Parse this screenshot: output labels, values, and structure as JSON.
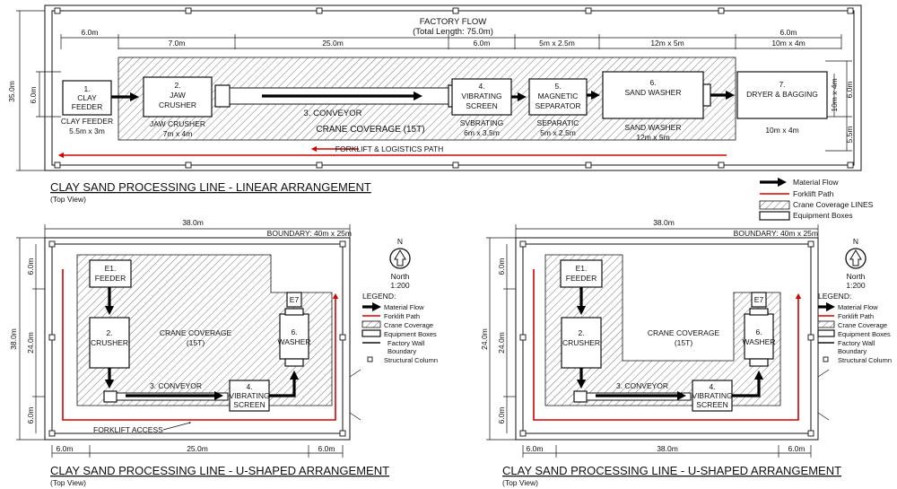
{
  "top": {
    "factory_flow": "FACTORY FLOW",
    "total_length": "(Total Length: 75.0m)",
    "dims_top": [
      "6.0m",
      "7.0m",
      "25.0m",
      "6.0m",
      "5m x 2.5m",
      "12m x 5m",
      "6.0m",
      "10m x 4m"
    ],
    "dim_left_outer": "35.0m",
    "dim_left_inner": "6.0m",
    "dims_right": [
      "10m x 4m",
      "6.0m",
      "5.5m"
    ],
    "equipment": [
      {
        "no": "1.",
        "name": "CLAY",
        "name2": "FEEDER",
        "label": "CLAY FEEDER",
        "size": "5.5m x 3m"
      },
      {
        "no": "2.",
        "name": "JAW",
        "name2": "CRUSHER",
        "label": "JAW CRUSHER",
        "size": "7m x 4m"
      },
      {
        "no": "4.",
        "name": "VIBRATING",
        "name2": "SCREEN",
        "label": "SVBRATING",
        "size": "6m x 3.5m"
      },
      {
        "no": "5.",
        "name": "MAGNETIC",
        "name2": "SEPARATOR",
        "label": "SEPARATIC",
        "size": "5m x 2.5m"
      },
      {
        "no": "6.",
        "name": "SAND WASHER",
        "name2": "",
        "label": "SAND WASHER",
        "size": "12m x 5m"
      },
      {
        "no": "7.",
        "name": "DRYER & BAGGING",
        "name2": "",
        "label": "",
        "size": "10m x 4m"
      }
    ],
    "conveyor": "3. CONVEYOR",
    "crane": "CRANE COVERAGE (15T)",
    "forklift": "FORKLIFT & LOGISTICS PATH",
    "title": "CLAY SAND PROCESSING LINE - LINEAR ARRANGEMENT",
    "subtitle": "(Top View)"
  },
  "legend_main": {
    "items": [
      "Material Flow",
      "Forklift Path",
      "Crane Coverage LINES",
      "Equipment Boxes"
    ]
  },
  "bottom_left": {
    "dim_top": "38.0m",
    "boundary": "BOUNDARY: 40m x 25m",
    "dim_left_outer": "38.0m",
    "dims_left": [
      "6.0m",
      "24.0m",
      "6.0m"
    ],
    "dims_bottom": [
      "6.0m",
      "25.0m",
      "6.0m"
    ],
    "feeder": [
      "E1.",
      "FEEDER"
    ],
    "crusher": [
      "2.",
      "CRUSHER"
    ],
    "conveyor": "3. CONVEYOR",
    "screen": [
      "4.",
      "VIBRATING",
      "SCREEN"
    ],
    "washer": [
      "6.",
      "WASHER"
    ],
    "e7": "E7",
    "crane": [
      "CRANE COVERAGE",
      "(15T)"
    ],
    "forklift_access": "FORKLIFT ACCESS",
    "north": [
      "North",
      "1:200"
    ],
    "north_letter": "N",
    "legend_title": "LEGEND:",
    "legend": [
      "Material Flow",
      "Forklift Path",
      "Crane Coverage",
      "Equipment Boxes",
      "Factory Wall",
      "Boundary",
      "Structural Column"
    ],
    "title": "CLAY SAND PROCESSING LINE - U-SHAPED ARRANGEMENT",
    "subtitle": "(Top View)"
  },
  "bottom_right": {
    "dim_top": "38.0m",
    "boundary": "BOUNDARY: 40m x 25m",
    "dim_left_outer": "24.0m",
    "dims_left": [
      "6.0m",
      "24.0m",
      "6.0m"
    ],
    "dims_bottom": [
      "6.0m",
      "38.0m",
      "6.0m"
    ],
    "feeder": [
      "E1.",
      "FEEDER"
    ],
    "crusher": [
      "2.",
      "CRUSHER"
    ],
    "conveyor": "3. CONVEYOR",
    "screen": [
      "4.",
      "VIBRATING",
      "SCREEN"
    ],
    "washer": [
      "6.",
      "WASHER"
    ],
    "e7": "E7",
    "crane": [
      "CRANE COVERAGE",
      "(15T)"
    ],
    "north": [
      "North",
      "1:200"
    ],
    "north_letter": "N",
    "legend_title": "LEGEND:",
    "legend": [
      "Material Flow",
      "Forklift Path",
      "Crane Coverage",
      "Equipment Boxes",
      "Factory Wall",
      "Boundary",
      "Structural Column"
    ],
    "title": "CLAY SAND PROCESSING LINE - U-SHAPED ARRANGEMENT",
    "subtitle": "(Top View)"
  }
}
